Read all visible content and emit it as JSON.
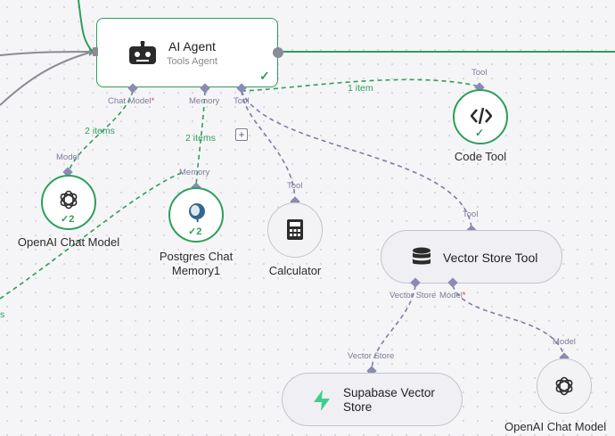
{
  "nodes": {
    "ai_agent": {
      "title": "AI Agent",
      "subtitle": "Tools Agent"
    },
    "code_tool": {
      "title": "Code Tool"
    },
    "openai_chat_model": {
      "title": "OpenAI Chat Model",
      "count": "2"
    },
    "postgres_memory": {
      "title_line1": "Postgres Chat",
      "title_line2": "Memory1",
      "count": "2"
    },
    "calculator": {
      "title": "Calculator"
    },
    "vector_store_tool": {
      "title": "Vector Store Tool"
    },
    "supabase_vector_store": {
      "title_line1": "Supabase Vector",
      "title_line2": "Store"
    },
    "openai_chat_model_2": {
      "title": "OpenAI Chat Model"
    }
  },
  "ports": {
    "chat_model": "Chat Model",
    "required_mark": "*",
    "memory": "Memory",
    "tool": "Tool",
    "model": "Model",
    "vector_store": "Vector Store",
    "model_required": "Model"
  },
  "edges": {
    "tool_items": "1 item",
    "chat_model_items": "2 items",
    "memory_items": "2 items",
    "left_fragment": "s"
  },
  "colors": {
    "success": "#2e9e5b",
    "port": "#8a8ab5",
    "inactive_border": "#c3c3cc"
  },
  "icons": [
    "robot-icon",
    "code-icon",
    "openai-icon",
    "postgres-icon",
    "calculator-icon",
    "database-icon",
    "supabase-icon",
    "check-icon",
    "plus-icon"
  ]
}
